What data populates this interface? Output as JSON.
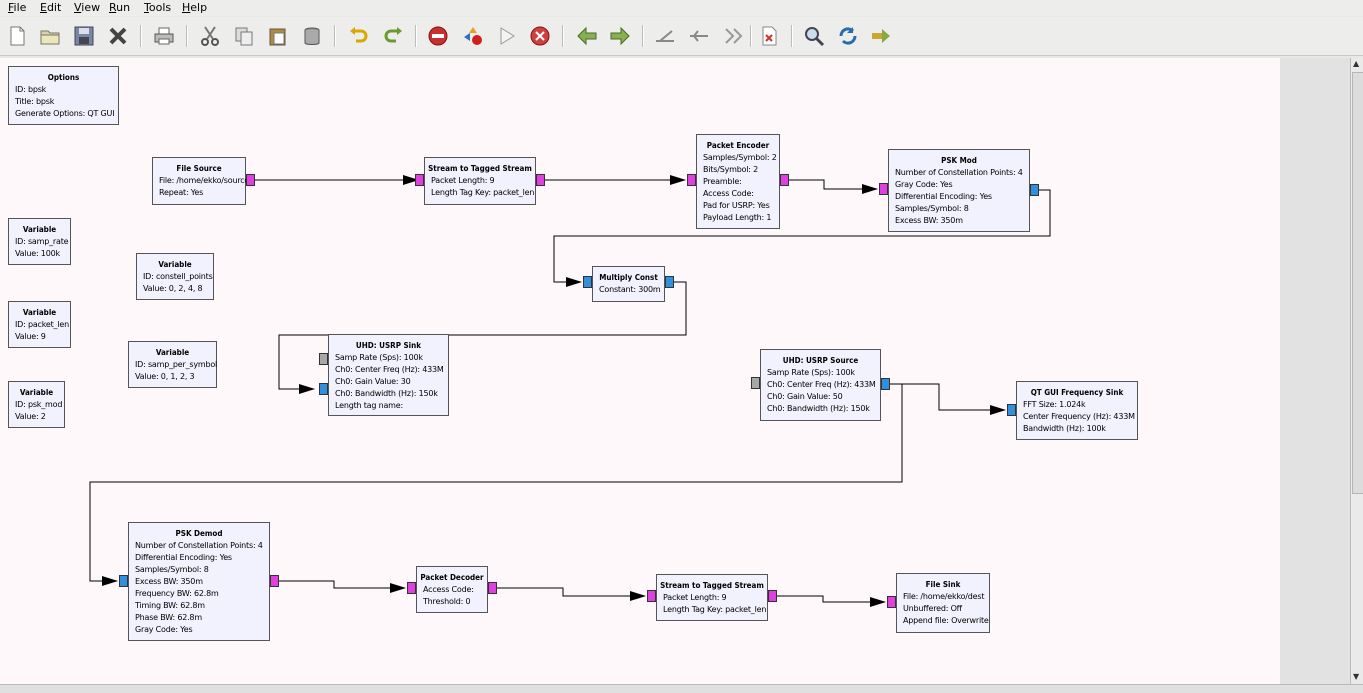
{
  "menu": [
    {
      "label": "File",
      "key": "F",
      "rest": "ile"
    },
    {
      "label": "Edit",
      "key": "E",
      "rest": "dit"
    },
    {
      "label": "View",
      "key": "V",
      "rest": "iew"
    },
    {
      "label": "Run",
      "key": "R",
      "rest": "un"
    },
    {
      "label": "Tools",
      "key": "T",
      "rest": "ools"
    },
    {
      "label": "Help",
      "key": "H",
      "rest": "elp"
    }
  ],
  "toolbar_icons": [
    "new-file",
    "open-folder",
    "save",
    "close",
    "print",
    "cut",
    "copy",
    "paste",
    "trash",
    "undo",
    "redo",
    "stop-kill",
    "generate",
    "execute",
    "kill",
    "back",
    "forward",
    "disable",
    "bypass",
    "enable",
    "report",
    "find",
    "reload",
    "more"
  ],
  "blocks": {
    "options": {
      "title": "Options",
      "lines": [
        "ID: bpsk",
        "Title: bpsk",
        "Generate Options: QT GUI"
      ]
    },
    "var_samp_rate": {
      "title": "Variable",
      "lines": [
        "ID: samp_rate",
        "Value: 100k"
      ]
    },
    "var_constell": {
      "title": "Variable",
      "lines": [
        "ID: constell_points",
        "Value: 0, 2, 4, 8"
      ]
    },
    "var_packet_len": {
      "title": "Variable",
      "lines": [
        "ID: packet_len",
        "Value: 9"
      ]
    },
    "var_samp_per_symbol": {
      "title": "Variable",
      "lines": [
        "ID: samp_per_symbol",
        "Value: 0, 1, 2, 3"
      ]
    },
    "var_psk_mod": {
      "title": "Variable",
      "lines": [
        "ID: psk_mod",
        "Value: 2"
      ]
    },
    "file_source": {
      "title": "File Source",
      "lines": [
        "File: /home/ekko/source",
        "Repeat: Yes"
      ]
    },
    "stream_tagged_1": {
      "title": "Stream to Tagged Stream",
      "lines": [
        "Packet Length: 9",
        "Length Tag Key: packet_len"
      ]
    },
    "packet_encoder": {
      "title": "Packet Encoder",
      "lines": [
        "Samples/Symbol: 2",
        "Bits/Symbol: 2",
        "Preamble:",
        "Access Code:",
        "Pad for USRP: Yes",
        "Payload Length: 1"
      ]
    },
    "psk_mod": {
      "title": "PSK Mod",
      "lines": [
        "Number of Constellation Points: 4",
        "Gray Code: Yes",
        "Differential Encoding: Yes",
        "Samples/Symbol: 8",
        "Excess BW: 350m"
      ]
    },
    "multiply_const": {
      "title": "Multiply Const",
      "lines": [
        "Constant: 300m"
      ]
    },
    "usrp_sink": {
      "title": "UHD: USRP Sink",
      "lines": [
        "Samp Rate (Sps): 100k",
        "Ch0: Center Freq (Hz): 433M",
        "Ch0: Gain Value: 30",
        "Ch0: Bandwidth (Hz): 150k",
        "Length tag name:"
      ]
    },
    "usrp_source": {
      "title": "UHD: USRP Source",
      "lines": [
        "Samp Rate (Sps): 100k",
        "Ch0: Center Freq (Hz): 433M",
        "Ch0: Gain Value: 50",
        "Ch0: Bandwidth (Hz): 150k"
      ]
    },
    "qt_freq_sink": {
      "title": "QT GUI Frequency Sink",
      "lines": [
        "FFT Size: 1.024k",
        "Center Frequency (Hz): 433M",
        "Bandwidth (Hz): 100k"
      ]
    },
    "psk_demod": {
      "title": "PSK Demod",
      "lines": [
        "Number of Constellation Points: 4",
        "Differential Encoding: Yes",
        "Samples/Symbol: 8",
        "Excess BW: 350m",
        "Frequency BW: 62.8m",
        "Timing BW: 62.8m",
        "Phase BW: 62.8m",
        "Gray Code: Yes"
      ]
    },
    "packet_decoder": {
      "title": "Packet Decoder",
      "lines": [
        "Access Code:",
        "Threshold: 0"
      ]
    },
    "stream_tagged_2": {
      "title": "Stream to Tagged Stream",
      "lines": [
        "Packet Length: 9",
        "Length Tag Key: packet_len"
      ]
    },
    "file_sink": {
      "title": "File Sink",
      "lines": [
        "File: /home/ekko/dest",
        "Unbuffered: Off",
        "Append file: Overwrite"
      ]
    }
  },
  "colors": {
    "canvas": "#fff8fb",
    "block_fill": "#f2f2ff",
    "port_byte": "#e040e0",
    "port_complex": "#3090e0",
    "port_message": "#a8a8a8"
  }
}
